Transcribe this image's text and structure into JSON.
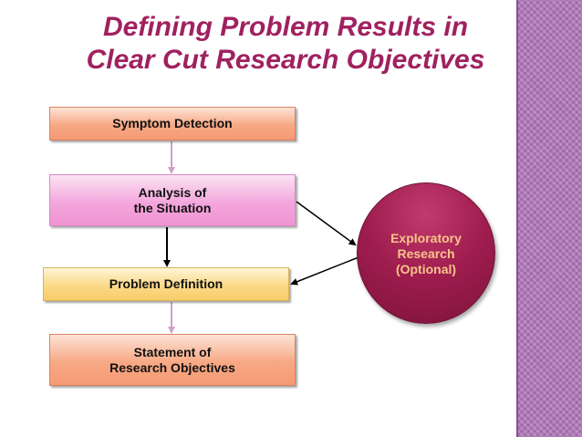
{
  "title": {
    "line1": "Defining Problem Results in",
    "line2": "Clear Cut Research Objectives"
  },
  "boxes": {
    "symptom": {
      "label": "Symptom Detection"
    },
    "analysis": {
      "line1": "Analysis of",
      "line2": "the Situation"
    },
    "problem": {
      "label": "Problem Definition"
    },
    "statement": {
      "line1": "Statement of",
      "line2": "Research Objectives"
    }
  },
  "exploratory": {
    "line1": "Exploratory",
    "line2": "Research",
    "line3": "(Optional)"
  },
  "colors": {
    "title": "#a0215f",
    "circle": "#a01e50",
    "circle_text": "#f7c48a",
    "sidebar": "#b07ab8"
  }
}
